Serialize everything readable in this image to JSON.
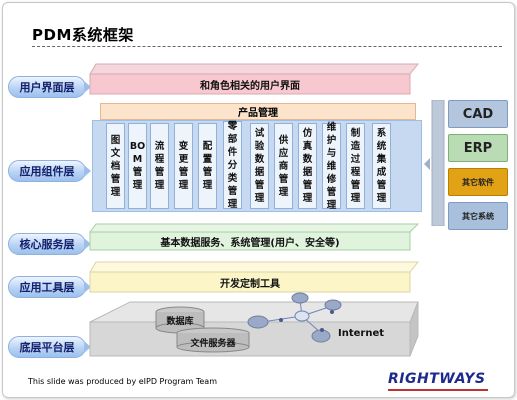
{
  "title": "PDM系统框架",
  "layers": {
    "user_interface": "用户界面层",
    "app_component": "应用组件层",
    "core_service": "核心服务层",
    "app_tool": "应用工具层",
    "base_platform": "底层平台层"
  },
  "bars": {
    "ui": "和角色相关的用户界面",
    "product_management": "产品管理",
    "core": "基本数据服务、系统管理(用户、安全等)",
    "tools": "开发定制工具"
  },
  "modules": [
    "图文档管理",
    "BOM管理",
    "流程管理",
    "变更管理",
    "配置管理",
    "零部件分类管理",
    "试验数据管理",
    "供应商管理",
    "仿真数据管理",
    "维护与维修管理",
    "制造过程管理",
    "系统集成管理"
  ],
  "side_systems": {
    "cad": "CAD",
    "erp": "ERP",
    "other_software": "其它软件",
    "other_system": "其它系统"
  },
  "platform": {
    "database": "数据库",
    "file_server": "文件服务器",
    "internet": "Internet"
  },
  "footer": "This slide was produced by eIPD Program Team",
  "logo": "RIGHTWAYS",
  "colors": {
    "ui_bar": "#f7c8cf",
    "product_bar": "#fbe3cc",
    "module_back": "#c6d9f1",
    "core_bar": "#dff3dd",
    "tools_bar": "#fbf5c8",
    "platform": "#d7d7d7",
    "cad": "#b3c6de",
    "erp": "#b9dcb4",
    "other_software": "#e2a216",
    "other_system": "#a9c0dc",
    "label_text": "#15206a"
  }
}
